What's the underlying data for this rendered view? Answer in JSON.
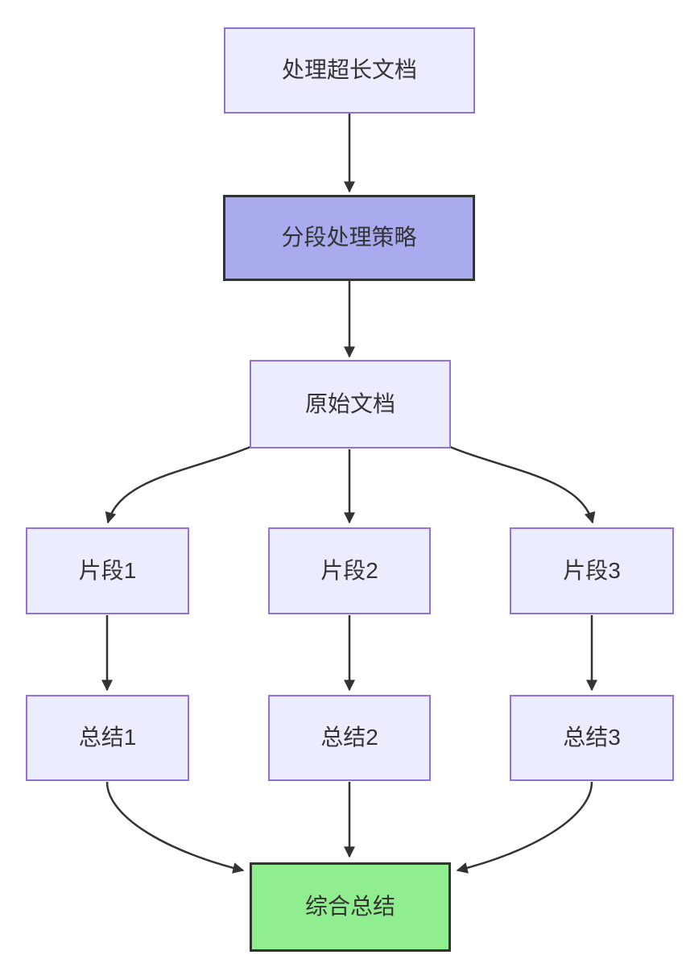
{
  "diagram": {
    "type": "flowchart",
    "direction": "top-down",
    "nodes": [
      {
        "id": "A",
        "label": "处理超长文档",
        "style": "default"
      },
      {
        "id": "B",
        "label": "分段处理策略",
        "style": "highlight-purple"
      },
      {
        "id": "C",
        "label": "原始文档",
        "style": "default"
      },
      {
        "id": "D1",
        "label": "片段1",
        "style": "default"
      },
      {
        "id": "D2",
        "label": "片段2",
        "style": "default"
      },
      {
        "id": "D3",
        "label": "片段3",
        "style": "default"
      },
      {
        "id": "E1",
        "label": "总结1",
        "style": "default"
      },
      {
        "id": "E2",
        "label": "总结2",
        "style": "default"
      },
      {
        "id": "E3",
        "label": "总结3",
        "style": "default"
      },
      {
        "id": "F",
        "label": "综合总结",
        "style": "highlight-green"
      }
    ],
    "edges": [
      {
        "from": "A",
        "to": "B"
      },
      {
        "from": "B",
        "to": "C"
      },
      {
        "from": "C",
        "to": "D1"
      },
      {
        "from": "C",
        "to": "D2"
      },
      {
        "from": "C",
        "to": "D3"
      },
      {
        "from": "D1",
        "to": "E1"
      },
      {
        "from": "D2",
        "to": "E2"
      },
      {
        "from": "D3",
        "to": "E3"
      },
      {
        "from": "E1",
        "to": "F"
      },
      {
        "from": "E2",
        "to": "F"
      },
      {
        "from": "E3",
        "to": "F"
      }
    ],
    "colors": {
      "node_fill": "#ECECFF",
      "node_border": "#9370DB",
      "strategy_fill": "#aaaaee",
      "final_fill": "#90EE90",
      "strong_border": "#333333",
      "edge": "#333333",
      "text": "#333333"
    }
  }
}
